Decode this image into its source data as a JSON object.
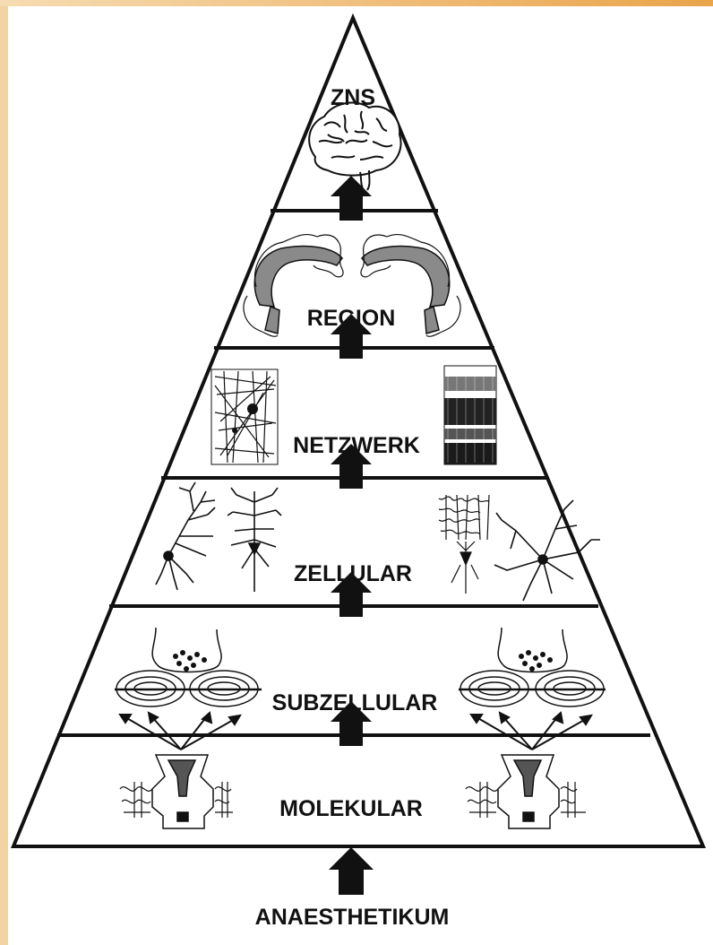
{
  "levels": [
    {
      "label": "ZNS"
    },
    {
      "label": "REGION"
    },
    {
      "label": "NETZWERK"
    },
    {
      "label": "ZELLULAR"
    },
    {
      "label": "SUBZELLULAR"
    },
    {
      "label": "MOLEKULAR"
    }
  ],
  "base_label": "ANAESTHETIKUM",
  "colors": {
    "frame": "#f2d3a3",
    "frame_accent": "#eaa44a",
    "ink": "#111111",
    "region_gray": "#8a8a8a"
  }
}
